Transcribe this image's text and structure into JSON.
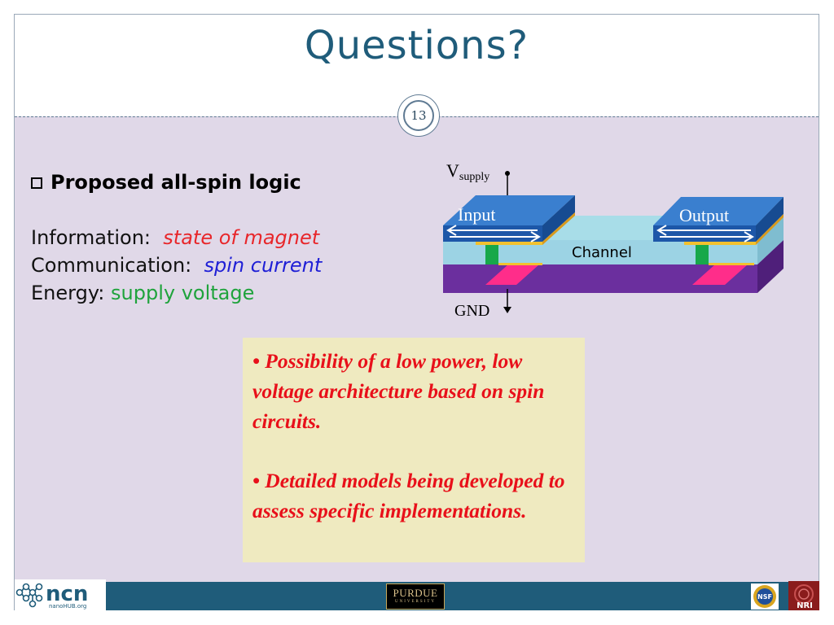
{
  "slide": {
    "title": "Questions?",
    "page_number": "13"
  },
  "left": {
    "heading": "Proposed all-spin logic",
    "lines": [
      {
        "label": "Information:",
        "value": "state of magnet",
        "color": "#e8262a"
      },
      {
        "label": "Communication:",
        "value": "spin current",
        "color": "#1f1fd6"
      },
      {
        "label": "Energy:",
        "value": "supply voltage",
        "color": "#1fa33c"
      }
    ]
  },
  "diagram": {
    "vsupply_main": "V",
    "vsupply_sub": "supply",
    "input_label": "Input",
    "output_label": "Output",
    "channel_label": "Channel",
    "gnd_label": "GND"
  },
  "note": {
    "bullet1": "• Possibility of a low power, low voltage architecture based on spin circuits.",
    "bullet2": "• Detailed models being developed to assess specific implementations."
  },
  "footer": {
    "ncn_text": "ncn",
    "ncn_sub": "nanoHUB.org",
    "purdue_text": "PURDUE",
    "purdue_sub": "UNIVERSITY",
    "nri_text": "NRI",
    "nsf_text": "NSF"
  },
  "colors": {
    "title": "#1f5c7a",
    "footer_bar": "#1f5c7a",
    "content_bg": "#e0d8e8",
    "note_bg": "#efeac0",
    "note_text": "#e8101a"
  }
}
